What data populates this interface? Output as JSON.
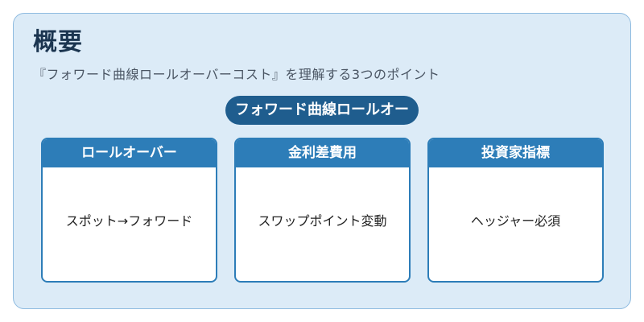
{
  "header": {
    "title": "概要",
    "subtitle": "『フォワード曲線ロールオーバーコスト』を理解する3つのポイント"
  },
  "center_label": "フォワード曲線ロールオー",
  "cards": [
    {
      "title": "ロールオーバー",
      "body": "スポット→フォワード"
    },
    {
      "title": "金利差費用",
      "body": "スワップポイント変動"
    },
    {
      "title": "投資家指標",
      "body": "ヘッジャー必須"
    }
  ],
  "colors": {
    "panel_background": "#dcebf7",
    "panel_border": "#8fbbe0",
    "pill_background": "#1f5d8e",
    "card_header": "#2d7db8",
    "title_text": "#1b3550"
  }
}
